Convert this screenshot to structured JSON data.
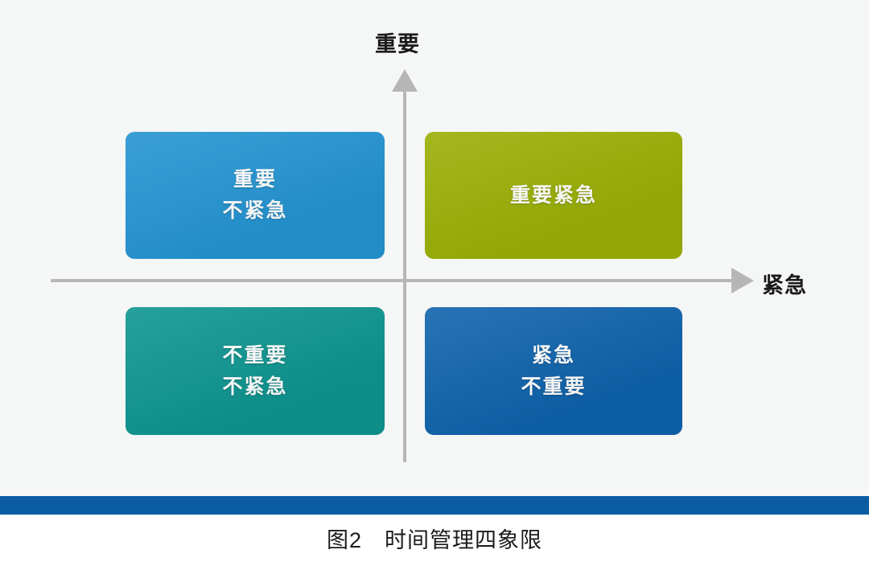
{
  "figure": {
    "caption": "图2　时间管理四象限",
    "background_color": "#f5f6f6",
    "footer_rule_color": "#0b5ca3"
  },
  "axes": {
    "vertical": {
      "label": "重要",
      "arrow_icon": "arrow-up-icon",
      "color": "#b6b6b6"
    },
    "horizontal": {
      "label": "紧急",
      "arrow_icon": "arrow-right-icon",
      "color": "#b6b6b6"
    }
  },
  "quadrants": [
    {
      "id": "important-not-urgent",
      "position": "top-left",
      "lines": [
        "重要",
        "不紧急"
      ],
      "color": "#2494d2"
    },
    {
      "id": "important-urgent",
      "position": "top-right",
      "lines": [
        "重要紧急"
      ],
      "color": "#9aaf05"
    },
    {
      "id": "not-important-not-urgent",
      "position": "bottom-left",
      "lines": [
        "不重要",
        "不紧急"
      ],
      "color": "#0e9590"
    },
    {
      "id": "urgent-not-important",
      "position": "bottom-right",
      "lines": [
        "紧急",
        "不重要"
      ],
      "color": "#0f63ac"
    }
  ],
  "chart_data": {
    "type": "diagram",
    "title": "图2　时间管理四象限",
    "xlabel": "紧急",
    "ylabel": "重要",
    "categories": [
      "重要 不紧急",
      "重要紧急",
      "不重要 不紧急",
      "紧急 不重要"
    ],
    "quadrant_map": {
      "q1_top_right": "重要紧急",
      "q2_top_left": "重要 / 不紧急",
      "q3_bottom_left": "不重要 / 不紧急",
      "q4_bottom_right": "紧急 / 不重要"
    },
    "colors": [
      "#2494d2",
      "#9aaf05",
      "#0e9590",
      "#0f63ac"
    ],
    "grid": false,
    "legend": "none"
  }
}
